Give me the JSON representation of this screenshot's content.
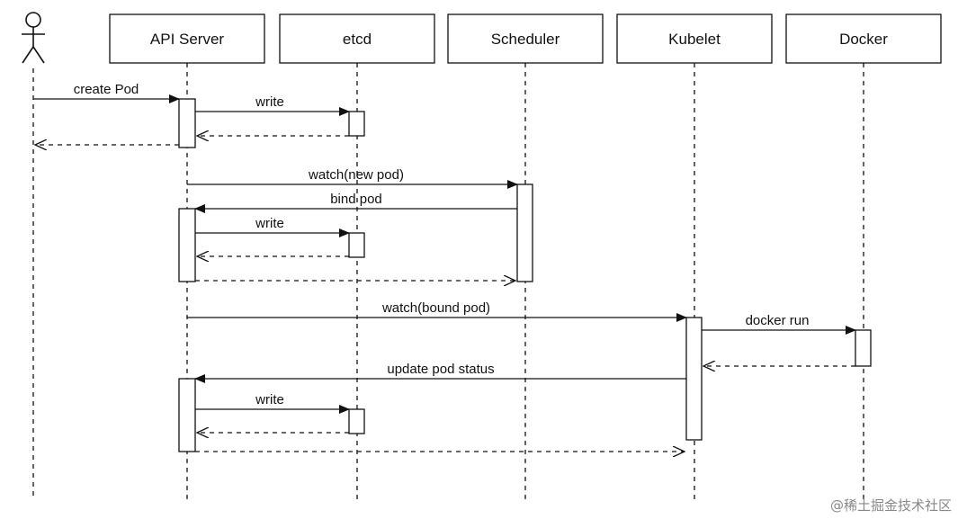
{
  "participants": [
    {
      "id": "actor",
      "label": ""
    },
    {
      "id": "api",
      "label": "API Server"
    },
    {
      "id": "etcd",
      "label": "etcd"
    },
    {
      "id": "scheduler",
      "label": "Scheduler"
    },
    {
      "id": "kubelet",
      "label": "Kubelet"
    },
    {
      "id": "docker",
      "label": "Docker"
    }
  ],
  "messages": [
    {
      "id": "create-pod",
      "label": "create Pod",
      "style": "solid"
    },
    {
      "id": "write-1",
      "label": "write",
      "style": "solid"
    },
    {
      "id": "write-1-return",
      "label": "",
      "style": "dashed"
    },
    {
      "id": "create-pod-return",
      "label": "",
      "style": "dashed"
    },
    {
      "id": "watch-new-pod",
      "label": "watch(new pod)",
      "style": "solid"
    },
    {
      "id": "bind-pod",
      "label": "bind pod",
      "style": "solid"
    },
    {
      "id": "write-2",
      "label": "write",
      "style": "solid"
    },
    {
      "id": "write-2-return",
      "label": "",
      "style": "dashed"
    },
    {
      "id": "bind-pod-return",
      "label": "",
      "style": "dashed"
    },
    {
      "id": "watch-bound-pod",
      "label": "watch(bound pod)",
      "style": "solid"
    },
    {
      "id": "docker-run",
      "label": "docker run",
      "style": "solid"
    },
    {
      "id": "docker-run-return",
      "label": "",
      "style": "dashed"
    },
    {
      "id": "update-pod-status",
      "label": "update pod status",
      "style": "solid"
    },
    {
      "id": "write-3",
      "label": "write",
      "style": "solid"
    },
    {
      "id": "write-3-return",
      "label": "",
      "style": "dashed"
    },
    {
      "id": "update-status-return",
      "label": "",
      "style": "dashed"
    }
  ],
  "watermark": "@稀土掘金技术社区",
  "colors": {
    "line": "#111111",
    "background": "#ffffff",
    "watermark": "#888888"
  }
}
